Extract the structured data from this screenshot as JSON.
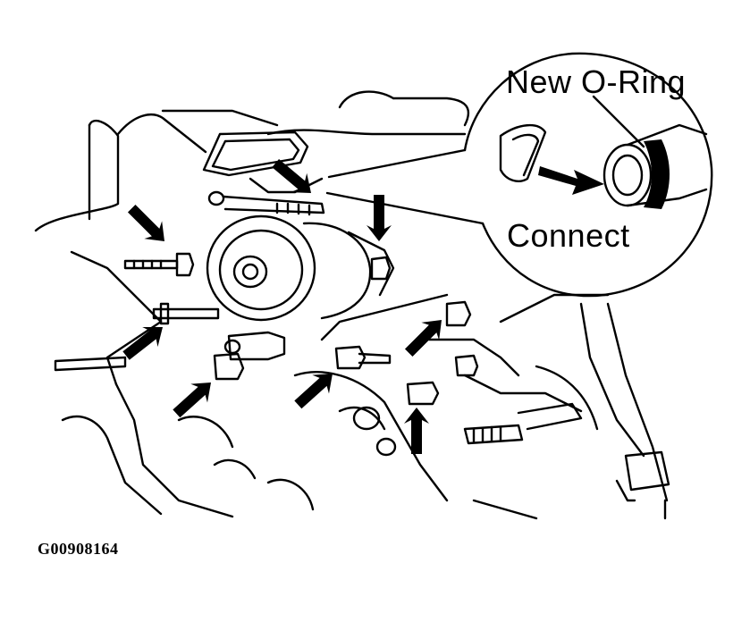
{
  "callout": {
    "new_oring_label": "New O-Ring",
    "connect_label": "Connect"
  },
  "figure_id": "G00908164",
  "colors": {
    "ink": "#000000",
    "paper": "#ffffff"
  },
  "arrows": [
    {
      "name": "arrow-top-center"
    },
    {
      "name": "arrow-upper-left"
    },
    {
      "name": "arrow-right-of-pump"
    },
    {
      "name": "arrow-left-middle"
    },
    {
      "name": "arrow-lower-left"
    },
    {
      "name": "arrow-lower-center"
    },
    {
      "name": "arrow-right-middle"
    },
    {
      "name": "arrow-lower-right"
    }
  ]
}
